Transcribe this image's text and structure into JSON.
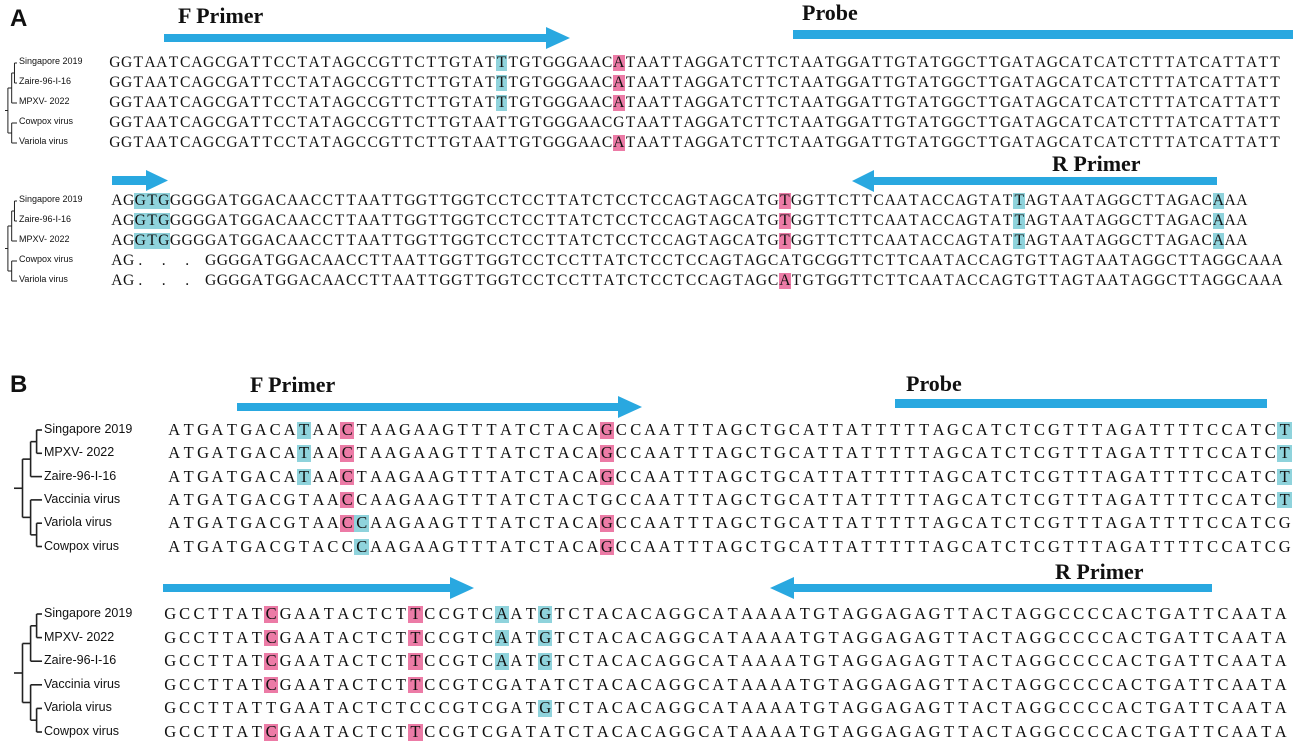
{
  "colors": {
    "arrow": "#29a8e0",
    "snp_blue": "#8fd3dc",
    "snp_pink": "#ec7ba6"
  },
  "panels": [
    {
      "letter": "A",
      "blocks": [
        {
          "names": [
            "Singapore 2019",
            "Zaire-96-I-16",
            "MPXV- 2022",
            "Cowpox virus",
            "Variola virus"
          ],
          "sequences": [
            "GGTAATCAGCGATTCCTATAGCCGTTCTTGTATTTGTGGGAACATAATTAGGATCTTCTAATGGATTGTATGGCTTGATAGCATCATCTTTATCATTATT",
            "GGTAATCAGCGATTCCTATAGCCGTTCTTGTATTTGTGGGAACATAATTAGGATCTTCTAATGGATTGTATGGCTTGATAGCATCATCTTTATCATTATT",
            "GGTAATCAGCGATTCCTATAGCCGTTCTTGTATTTGTGGGAACATAATTAGGATCTTCTAATGGATTGTATGGCTTGATAGCATCATCTTTATCATTATT",
            "GGTAATCAGCGATTCCTATAGCCGTTCTTGTAATTGTGGGAACGTAATTAGGATCTTCTAATGGATTGTATGGCTTGATAGCATCATCTTTATCATTATT",
            "GGTAATCAGCGATTCCTATAGCCGTTCTTGTAATTGTGGGAACATAATTAGGATCTTCTAATGGATTGTATGGCTTGATAGCATCATCTTTATCATTATT"
          ],
          "highlights": [
            {
              "col": 33,
              "rows": [
                0,
                1,
                2
              ],
              "color": "blue"
            },
            {
              "col": 43,
              "rows": [
                0,
                1,
                2,
                4
              ],
              "color": "pink"
            }
          ],
          "features": [
            {
              "label": "F Primer",
              "dir": "right"
            },
            {
              "label": "Probe",
              "dir": "none"
            }
          ]
        },
        {
          "names": [
            "Singapore 2019",
            "Zaire-96-I-16",
            "MPXV- 2022",
            "Cowpox virus",
            "Variola virus"
          ],
          "sequences": [
            "AGGTGGGGGATGGACAACCTTAATTGGTTGGTCCTCCTTATCTCCTCCAGTAGCATGTGGTTCTTCAATACCAGTATTAGTAATAGGCTTAGACAAA",
            "AGGTGGGGGATGGACAACCTTAATTGGTTGGTCCTCCTTATCTCCTCCAGTAGCATGTGGTTCTTCAATACCAGTATTAGTAATAGGCTTAGACAAA",
            "AGGTGGGGGATGGACAACCTTAATTGGTTGGTCCTCCTTATCTCCTCCAGTAGCATGTGGTTCTTCAATACCAGTATTAGTAATAGGCTTAGACAAA",
            "AG. . . GGGGATGGACAACCTTAATTGGTTGGTCCTCCTTATCTCCTCCAGTAGCATGCGGTTCTTCAATACCAGTGTTAGTAATAGGCTTAGGCAAA",
            "AG. . . GGGGATGGACAACCTTAATTGGTTGGTCCTCCTTATCTCCTCCAGTAGCATGTGGTTCTTCAATACCAGTGTTAGTAATAGGCTTAGGCAAA"
          ],
          "highlights": [
            {
              "col": 2,
              "span": 3,
              "rows": [
                0,
                1,
                2
              ],
              "color": "blue"
            },
            {
              "col": 57,
              "rows": [
                0,
                1,
                2,
                4
              ],
              "color": "pink"
            },
            {
              "col": 77,
              "rows": [
                0,
                1,
                2
              ],
              "color": "blue"
            },
            {
              "col": 94,
              "rows": [
                0,
                1,
                2
              ],
              "color": "blue"
            }
          ],
          "features": [
            {
              "label": "",
              "dir": "right"
            },
            {
              "label": "R Primer",
              "dir": "left"
            }
          ]
        }
      ]
    },
    {
      "letter": "B",
      "blocks": [
        {
          "names": [
            "Singapore 2019",
            "MPXV- 2022",
            "Zaire-96-I-16",
            "Vaccinia virus",
            "Variola virus",
            "Cowpox virus"
          ],
          "sequences": [
            "ATGATGACATAACTAAGAAGTTTATCTACAGCCAATTTAGCTGCATTATTTTTAGCATCTCGTTTAGATTTTCCATCT",
            "ATGATGACATAACTAAGAAGTTTATCTACAGCCAATTTAGCTGCATTATTTTTAGCATCTCGTTTAGATTTTCCATCT",
            "ATGATGACATAACTAAGAAGTTTATCTACAGCCAATTTAGCTGCATTATTTTTAGCATCTCGTTTAGATTTTCCATCT",
            "ATGATGACGTAACCAAGAAGTTTATCTACTGCCAATTTAGCTGCATTATTTTTAGCATCTCGTTTAGATTTTCCATCT",
            "ATGATGACGTAACCAAGAAGTTTATCTACAGCCAATTTAGCTGCATTATTTTTAGCATCTCGTTTAGATTTTCCATCG",
            "ATGATGACGTACCCAAGAAGTTTATCTACAGCCAATTTAGCTGCATTATTTTTAGCATCTCGTTTAGATTTTCCATCG"
          ],
          "highlights": [
            {
              "col": 9,
              "rows": [
                0,
                1,
                2
              ],
              "color": "blue"
            },
            {
              "col": 12,
              "rows": [
                0,
                1,
                2,
                3,
                4
              ],
              "color": "pink"
            },
            {
              "col": 13,
              "rows": [
                4,
                5
              ],
              "color": "blue"
            },
            {
              "col": 30,
              "rows": [
                0,
                1,
                2,
                4,
                5
              ],
              "color": "pink"
            },
            {
              "col": 77,
              "rows": [
                0,
                1,
                2,
                3
              ],
              "color": "blue"
            }
          ],
          "features": [
            {
              "label": "F Primer",
              "dir": "right"
            },
            {
              "label": "Probe",
              "dir": "none"
            }
          ]
        },
        {
          "names": [
            "Singapore 2019",
            "MPXV- 2022",
            "Zaire-96-I-16",
            "Vaccinia virus",
            "Variola virus",
            "Cowpox virus"
          ],
          "sequences": [
            "GCCTTATCGAATACTCTTCCGTCAATGTCTACACAGGCATAAAATGTAGGAGAGTTACTAGGCCCCACTGATTCAATA",
            "GCCTTATCGAATACTCTTCCGTCAATGTCTACACAGGCATAAAATGTAGGAGAGTTACTAGGCCCCACTGATTCAATA",
            "GCCTTATCGAATACTCTTCCGTCAATGTCTACACAGGCATAAAATGTAGGAGAGTTACTAGGCCCCACTGATTCAATA",
            "GCCTTATCGAATACTCTTCCGTCGATATCTACACAGGCATAAAATGTAGGAGAGTTACTAGGCCCCACTGATTCAATA",
            "GCCTTATTGAATACTCTCCCGTCGATGTCTACACAGGCATAAAATGTAGGAGAGTTACTAGGCCCCACTGATTCAATA",
            "GCCTTATCGAATACTCTTCCGTCGATATCTACACAGGCATAAAATGTAGGAGAGTTACTAGGCCCCACTGATTCAATA"
          ],
          "highlights": [
            {
              "col": 7,
              "rows": [
                0,
                1,
                2,
                3,
                5
              ],
              "color": "pink"
            },
            {
              "col": 17,
              "rows": [
                0,
                1,
                2,
                3,
                5
              ],
              "color": "pink"
            },
            {
              "col": 23,
              "rows": [
                0,
                1,
                2
              ],
              "color": "blue"
            },
            {
              "col": 26,
              "rows": [
                0,
                1,
                2,
                4
              ],
              "color": "blue"
            }
          ],
          "features": [
            {
              "label": "",
              "dir": "right"
            },
            {
              "label": "R Primer",
              "dir": "left"
            }
          ]
        }
      ]
    }
  ]
}
